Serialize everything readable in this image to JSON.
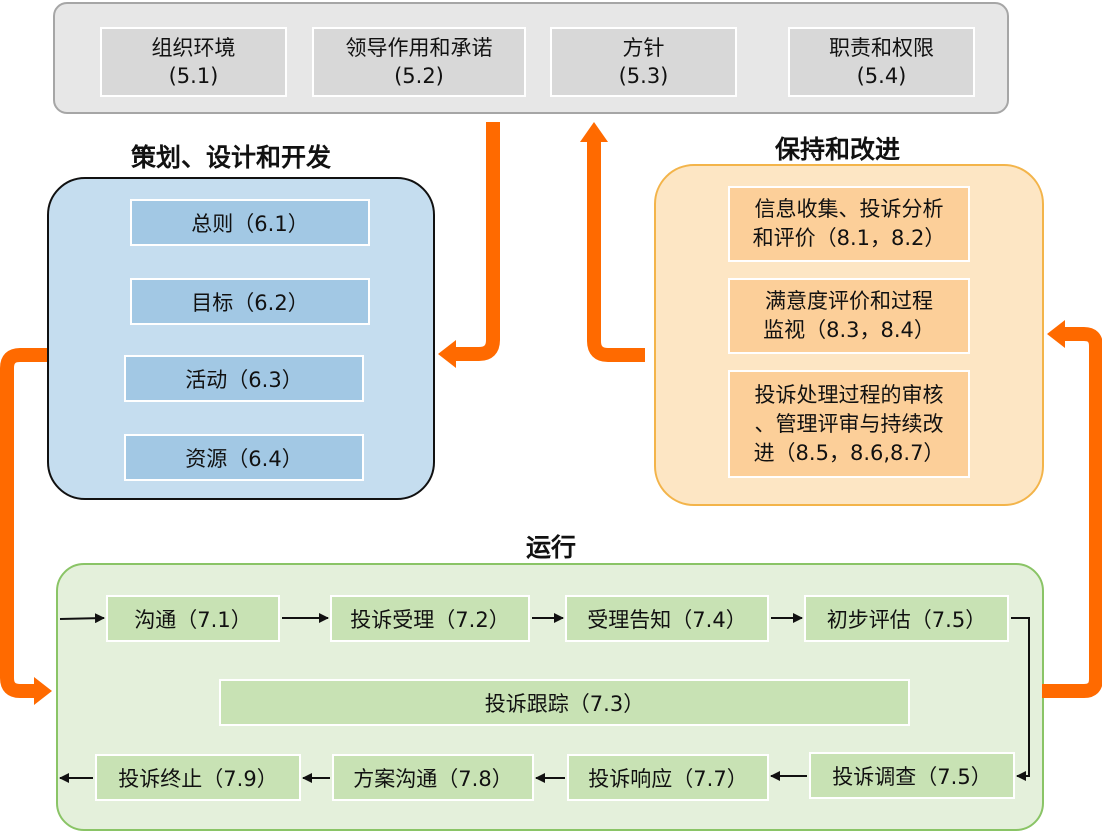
{
  "top": {
    "boxes": [
      {
        "label": "组织环境",
        "ref": "(5.1)"
      },
      {
        "label": "领导作用和承诺",
        "ref": "(5.2)"
      },
      {
        "label": "方针",
        "ref": "(5.3)"
      },
      {
        "label": "职责和权限",
        "ref": "(5.4)"
      }
    ]
  },
  "plan": {
    "title": "策划、设计和开发",
    "items": [
      "总则（6.1）",
      "目标（6.2）",
      "活动（6.3）",
      "资源（6.4）"
    ]
  },
  "keep": {
    "title": "保持和改进",
    "items": [
      {
        "line1": "信息收集、投诉分析",
        "line2": "和评价（8.1，8.2）"
      },
      {
        "line1": "满意度评价和过程",
        "line2": "监视（8.3，8.4）"
      },
      {
        "line1": "投诉处理过程的审核",
        "line2": "、管理评审与持续改",
        "line3": "进（8.5，8.6,8.7）"
      }
    ]
  },
  "run": {
    "title": "运行",
    "row1": [
      "沟通（7.1）",
      "投诉受理（7.2）",
      "受理告知（7.4）",
      "初步评估（7.5）"
    ],
    "tracking": "投诉跟踪（7.3）",
    "row2": [
      "投诉终止（7.9）",
      "方案沟通（7.8）",
      "投诉响应（7.7）",
      "投诉调查（7.5）"
    ]
  },
  "colors": {
    "connector": "#ff6a00",
    "plan_fill": "#c5ddef",
    "keep_fill": "#fde6c4",
    "run_fill": "#e4f0db",
    "top_fill": "#e7e7e7"
  }
}
